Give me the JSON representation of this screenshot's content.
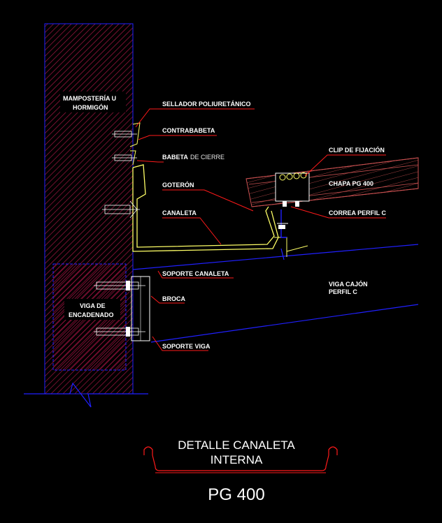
{
  "labels": {
    "masonry_line1": "MAMPOSTERÍA U",
    "masonry_line2": "HORMIGÓN",
    "sealant": "SELLADOR POLIURETÁNICO",
    "counterflashing": "CONTRABABETA",
    "closure_flashing_a": "BABETA",
    "closure_flashing_b": "DE  CIERRE",
    "drip_edge": "GOTERÓN",
    "gutter": "CANALETA",
    "gutter_support": "SOPORTE CANALETA",
    "anchor": "BROCA",
    "beam_support": "SOPORTE VIGA",
    "bond_beam_line1": "VIGA DE",
    "bond_beam_line2": "ENCADENADO",
    "fixing_clip": "CLIP DE FIJACIÓN",
    "sheet": "CHAPA PG 400",
    "purlin": "CORREA PERFIL C",
    "box_beam_line1": "VIGA CAJÓN",
    "box_beam_line2": "PERFIL C"
  },
  "title": {
    "line1": "DETALLE CANALETA",
    "line2": "INTERNA",
    "model": "PG 400"
  },
  "colors": {
    "background": "#000000",
    "masonry_hatch": "#b01848",
    "outline_blue": "#2020ff",
    "gutter_yellow": "#ffff66",
    "leader_red": "#ff1a1a",
    "sheet_brown": "#c85050",
    "text": "#ffffff"
  }
}
